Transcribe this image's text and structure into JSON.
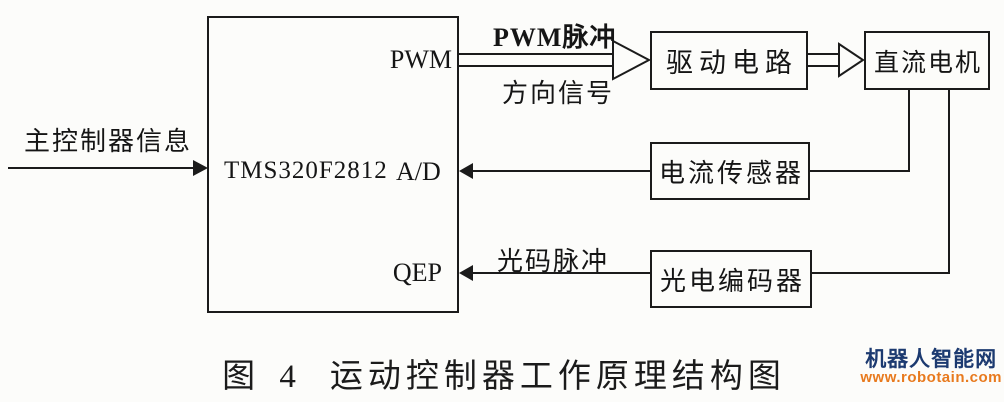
{
  "diagram": {
    "controller": {
      "chip": "TMS320F2812",
      "ports": {
        "pwm": "PWM",
        "ad": "A/D",
        "qep": "QEP"
      }
    },
    "blocks": {
      "drive_circuit": "驱动电路",
      "dc_motor": "直流电机",
      "current_sensor": "电流传感器",
      "encoder": "光电编码器"
    },
    "signals": {
      "input": "主控制器信息",
      "pwm_pulse": "PWM脉冲",
      "direction": "方向信号",
      "optical_pulse": "光码脉冲"
    }
  },
  "caption": {
    "fig_no": "图 4",
    "title": "运动控制器工作原理结构图"
  },
  "watermark": {
    "site_name": "机器人智能网",
    "site_url": "www.robotain.com",
    "name_color": "#1c3a70",
    "url_color": "#e87a1e"
  },
  "colors": {
    "line": "#1b1b1b",
    "background": "#fcfcfa"
  }
}
